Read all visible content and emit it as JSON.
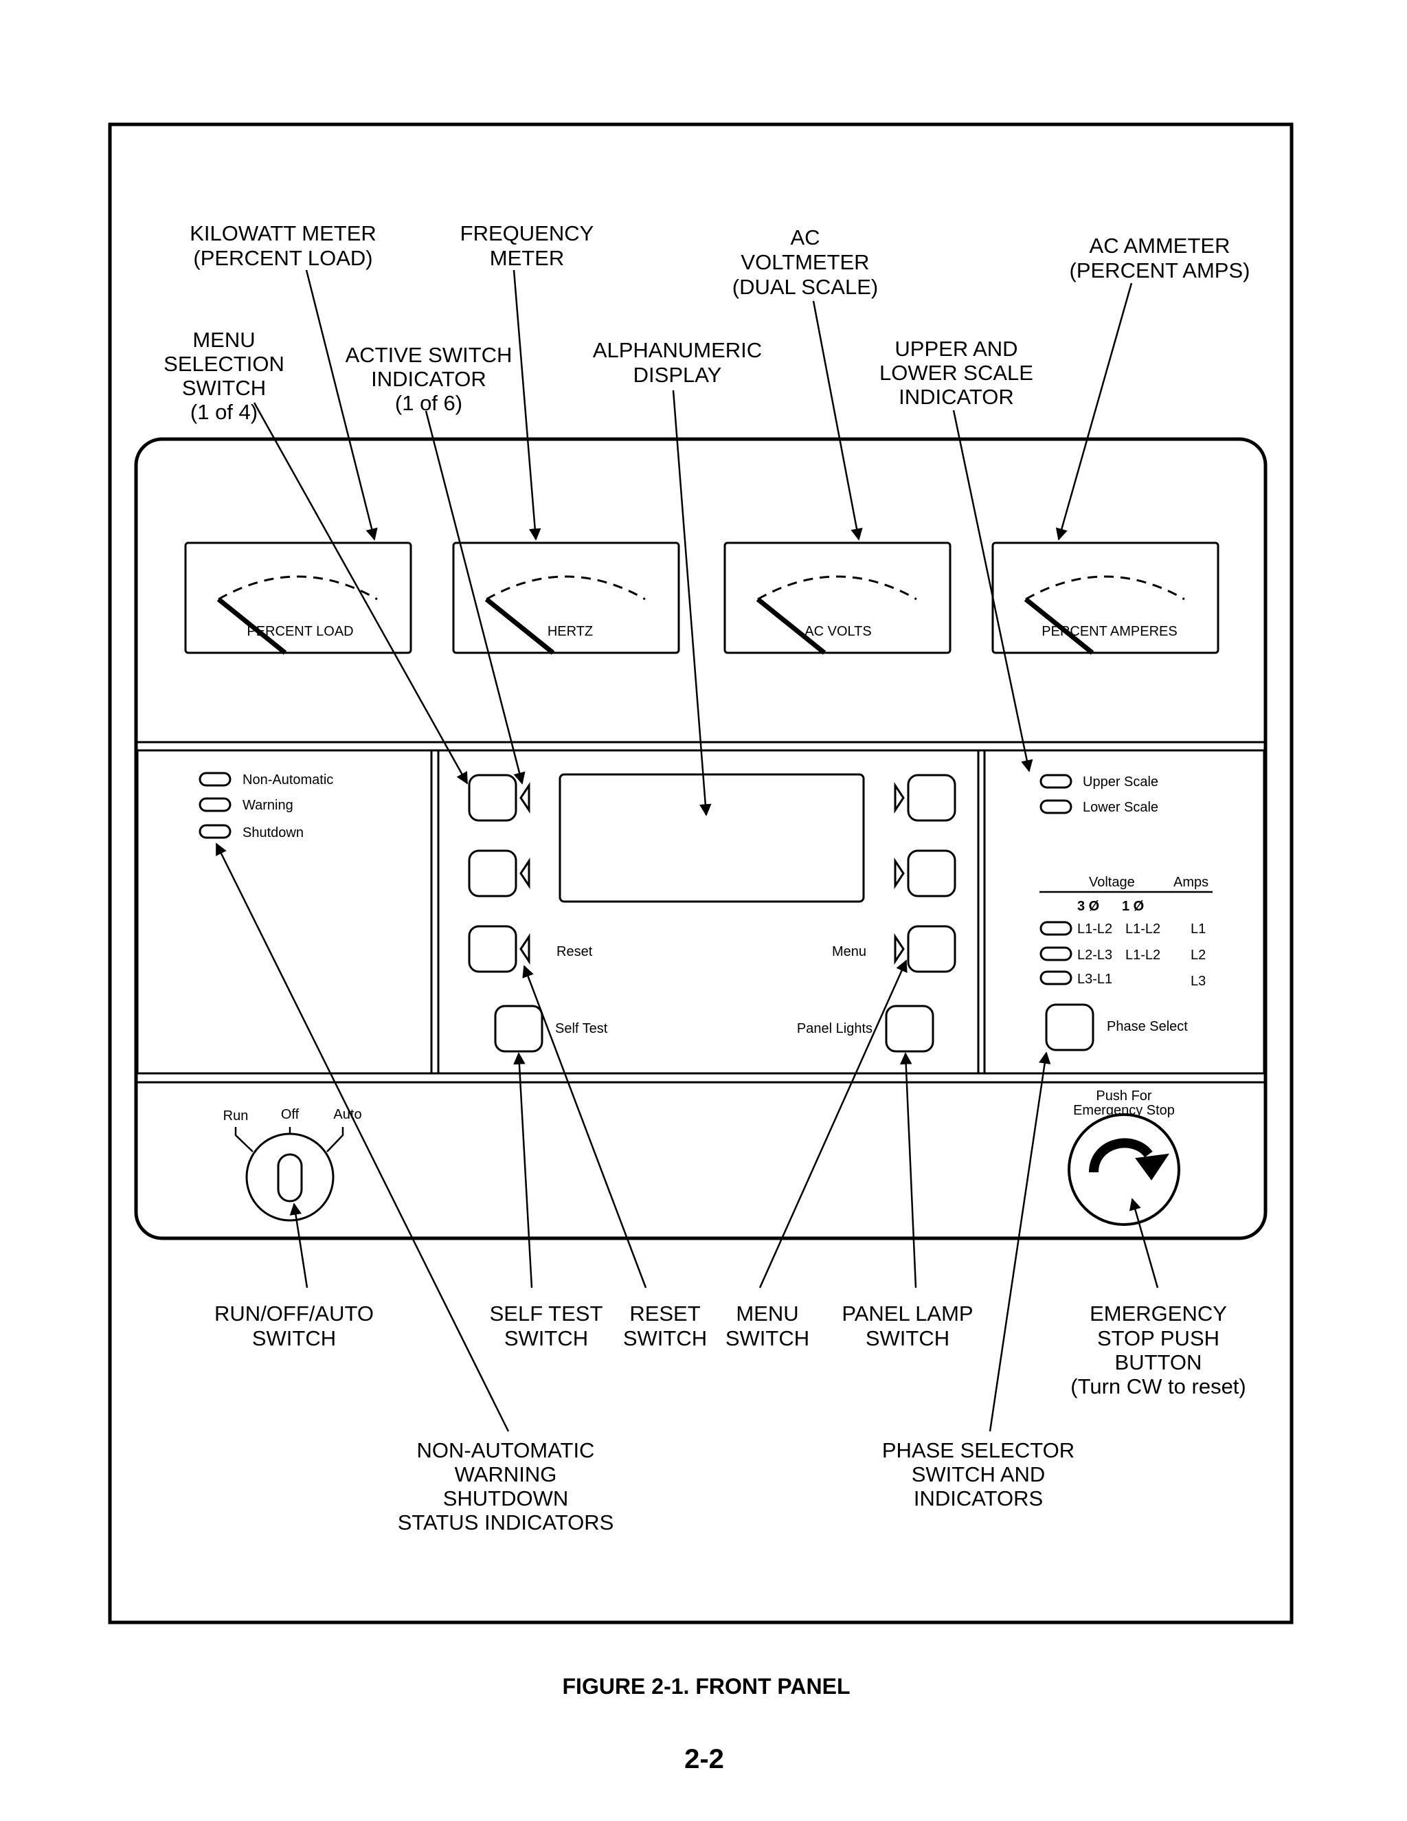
{
  "callouts": {
    "kilowatt_meter": [
      "KILOWATT METER",
      "(PERCENT LOAD)"
    ],
    "frequency_meter": [
      "FREQUENCY",
      "METER"
    ],
    "ac_voltmeter": [
      "AC",
      "VOLTMETER",
      "(DUAL SCALE)"
    ],
    "ac_ammeter": [
      "AC AMMETER",
      "(PERCENT AMPS)"
    ],
    "menu_selection": [
      "MENU",
      "SELECTION",
      "SWITCH",
      "(1 of 4)"
    ],
    "active_switch": [
      "ACTIVE SWITCH",
      "INDICATOR",
      "(1 of 6)"
    ],
    "alphanumeric": [
      "ALPHANUMERIC",
      "DISPLAY"
    ],
    "scale_indicator": [
      "UPPER AND",
      "LOWER SCALE",
      "INDICATOR"
    ],
    "run_off_auto": [
      "RUN/OFF/AUTO",
      "SWITCH"
    ],
    "self_test": [
      "SELF TEST",
      "SWITCH"
    ],
    "reset": [
      "RESET",
      "SWITCH"
    ],
    "menu": [
      "MENU",
      "SWITCH"
    ],
    "panel_lamp": [
      "PANEL LAMP",
      "SWITCH"
    ],
    "emergency_stop": [
      "EMERGENCY",
      "STOP PUSH",
      "BUTTON",
      "(Turn CW to reset)"
    ],
    "status_indicators": [
      "NON-AUTOMATIC",
      "WARNING",
      "SHUTDOWN",
      "STATUS INDICATORS"
    ],
    "phase_selector": [
      "PHASE SELECTOR",
      "SWITCH AND",
      "INDICATORS"
    ]
  },
  "gauges": [
    "PERCENT LOAD",
    "HERTZ",
    "AC VOLTS",
    "PERCENT AMPERES"
  ],
  "status_leds": [
    "Non-Automatic",
    "Warning",
    "Shutdown"
  ],
  "center_labels": {
    "reset": "Reset",
    "menu": "Menu",
    "self_test": "Self Test",
    "panel_lights": "Panel Lights"
  },
  "scale_leds": [
    "Upper Scale",
    "Lower Scale"
  ],
  "phase_table": {
    "headers": [
      "Voltage",
      "Amps"
    ],
    "subheaders": [
      "3 Ø",
      "1 Ø"
    ],
    "rows": [
      {
        "three_phase": "L1-L2",
        "single_phase": "L1-L2",
        "amps": "L1"
      },
      {
        "three_phase": "L2-L3",
        "single_phase": "L1-L2",
        "amps": "L2"
      },
      {
        "three_phase": "L3-L1",
        "single_phase": "",
        "amps": "L3"
      }
    ],
    "button_label": "Phase Select"
  },
  "key_switch": {
    "positions": [
      "Run",
      "Off",
      "Auto"
    ]
  },
  "estop": {
    "label": [
      "Push For",
      "Emergency Stop"
    ]
  },
  "caption": "FIGURE 2-1. FRONT PANEL",
  "page_number": "2-2"
}
